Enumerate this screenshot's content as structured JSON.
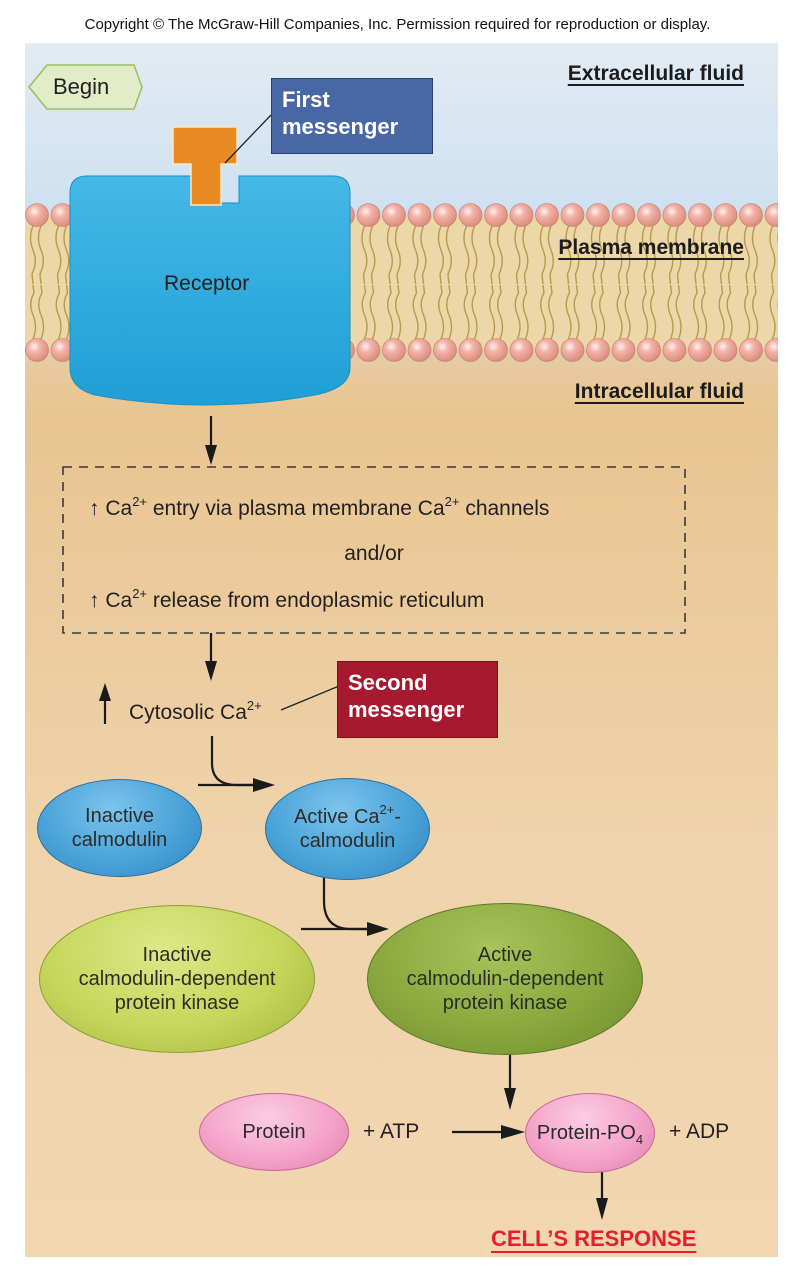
{
  "copyright": "Copyright © The McGraw-Hill Companies, Inc. Permission required for reproduction or display.",
  "colors": {
    "first_messenger_box": "#4a67a5",
    "second_messenger_box": "#a6192e",
    "ligand": "#e98a23",
    "receptor": "#29a9de",
    "calmodulin": "#4aa3d9",
    "kinase_inactive": "#c6d65a",
    "kinase_active": "#8aa83e",
    "protein": "#f4a4c9",
    "response": "#e3202c"
  },
  "regions": {
    "extracellular": "Extracellular fluid",
    "membrane": "Plasma membrane",
    "intracellular": "Intracellular fluid"
  },
  "begin": "Begin",
  "first_messenger": {
    "line1": "First",
    "line2": "messenger"
  },
  "receptor": "Receptor",
  "ca_box": {
    "arrow_icon": "up-arrow",
    "line1": {
      "pre": "Ca",
      "sup": "2+",
      "mid": " entry via plasma membrane Ca",
      "sup2": "2+",
      "post": " channels"
    },
    "connector": "and/or",
    "line2": {
      "pre": "Ca",
      "sup": "2+",
      "post": " release from endoplasmic reticulum"
    }
  },
  "cytosolic": {
    "pre": "Cytosolic Ca",
    "sup": "2+"
  },
  "second_messenger": {
    "line1": "Second",
    "line2": "messenger"
  },
  "calmodulin": {
    "inactive": {
      "line1": "Inactive",
      "line2": "calmodulin"
    },
    "active": {
      "line1a": "Active Ca",
      "sup": "2+",
      "line1b": "-",
      "line2": "calmodulin"
    }
  },
  "kinase": {
    "inactive": {
      "line1": "Inactive",
      "line2": "calmodulin-dependent",
      "line3": "protein kinase"
    },
    "active": {
      "line1": "Active",
      "line2": "calmodulin-dependent",
      "line3": "protein kinase"
    }
  },
  "reaction": {
    "substrate": "Protein",
    "plus_atp": "+ ATP",
    "product": {
      "pre": "Protein-PO",
      "sub": "4"
    },
    "plus_adp": "+ ADP"
  },
  "response": "CELL’S RESPONSE"
}
